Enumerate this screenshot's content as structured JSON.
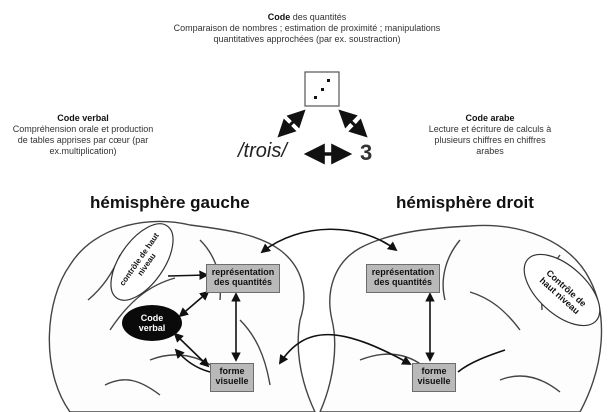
{
  "top_code": {
    "title_bold": "Code",
    "title_rest": " des quantités",
    "desc": "Comparaison de nombres ; estimation de proximité ; manipulations quantitatives approchées (par ex. soustraction)"
  },
  "verbal_code": {
    "title": "Code verbal",
    "desc": "Compréhension orale et production de tables apprises par cœur (par ex.multiplication)"
  },
  "arabic_code": {
    "title": "Code arabe",
    "desc": "Lecture et écriture de calculs à plusieurs chiffres en chiffres arabes"
  },
  "word_trois": "/trois/",
  "digit_three": "3",
  "left_hemisphere": "hémisphère gauche",
  "right_hemisphere": "hémisphère droit",
  "left_control": "contrôle de haut niveau",
  "right_control": "Contrôle de haut niveau",
  "left_quantity": "représentation des quantités",
  "right_quantity": "représentation des quantités",
  "verbal_oval": "Code verbal",
  "left_visual": "forme visuelle",
  "right_visual": "forme visuelle"
}
